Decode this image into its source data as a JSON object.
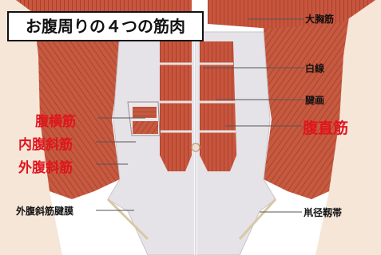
{
  "title": "お腹周りの４つの筋肉",
  "labels": {
    "pectoralis_major": "大胸筋",
    "linea_alba": "白線",
    "tendinous_intersection": "腱画",
    "rectus_abdominis": "腹直筋",
    "transversus_abdominis": "腹横筋",
    "internal_oblique": "内腹斜筋",
    "external_oblique": "外腹斜筋",
    "external_oblique_aponeurosis": "外腹斜筋腱膜",
    "inguinal_ligament": "鼡径靱帯"
  },
  "colors": {
    "muscle": "#c8563e",
    "muscle_dark": "#a83a28",
    "aponeurosis": "#e4e1e6",
    "label_red": "#e0141c",
    "skin": "#f4e0cf"
  }
}
